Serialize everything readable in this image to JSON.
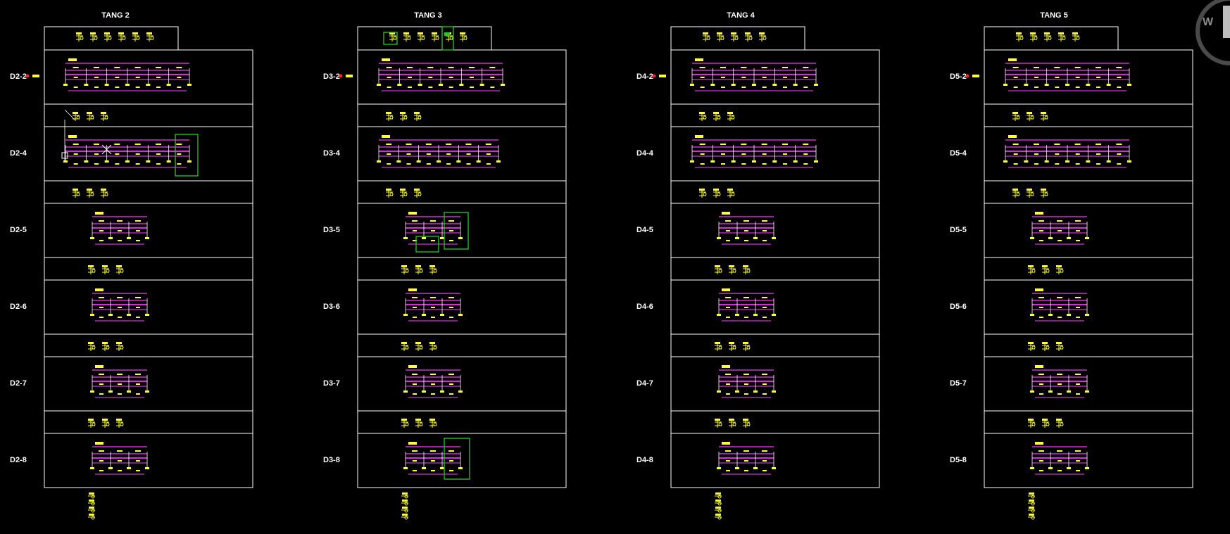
{
  "viewport": {
    "background": "#000000",
    "view_cube_letter": "W"
  },
  "colors": {
    "frame": "#ffffff",
    "beam": "#cc33cc",
    "dim": "#ffff33",
    "select": "#22cc22",
    "marker": "#ff2222"
  },
  "panels": [
    {
      "title": "TANG 2",
      "rows": [
        "D2-2",
        "D2-4",
        "D2-5",
        "D2-6",
        "D2-7",
        "D2-8"
      ]
    },
    {
      "title": "TANG 3",
      "rows": [
        "D3-2",
        "D3-4",
        "D3-5",
        "D3-6",
        "D3-7",
        "D3-8"
      ]
    },
    {
      "title": "TANG 4",
      "rows": [
        "D4-2",
        "D4-4",
        "D4-5",
        "D4-6",
        "D4-7",
        "D4-8"
      ]
    },
    {
      "title": "TANG 5",
      "rows": [
        "D5-2",
        "D5-4",
        "D5-5",
        "D5-6",
        "D5-7",
        "D5-8"
      ]
    }
  ]
}
